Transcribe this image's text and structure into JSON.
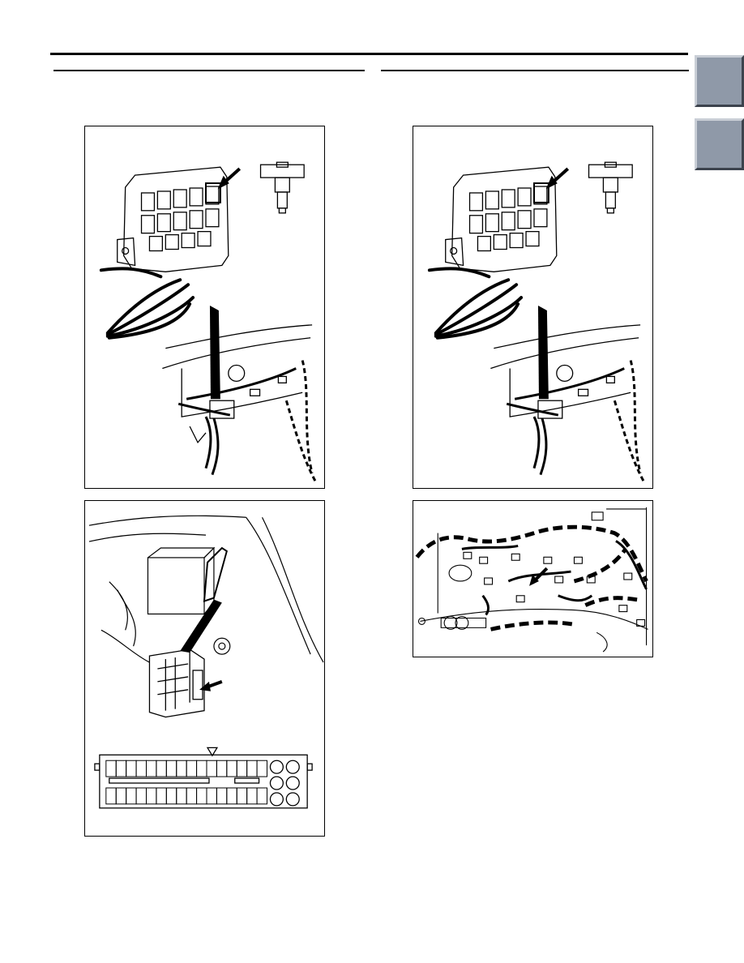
{
  "page": {
    "background": "#ffffff",
    "tab_color": "#8f99a8",
    "line_color": "#000000"
  },
  "figures": [
    {
      "id": "junction-block-left",
      "icon": "relay-location-diagram"
    },
    {
      "id": "junction-block-right",
      "icon": "relay-location-diagram"
    },
    {
      "id": "engine-ecu-connector",
      "icon": "ecu-connector-diagram"
    },
    {
      "id": "engine-harness",
      "icon": "harness-connector-diagram"
    }
  ]
}
